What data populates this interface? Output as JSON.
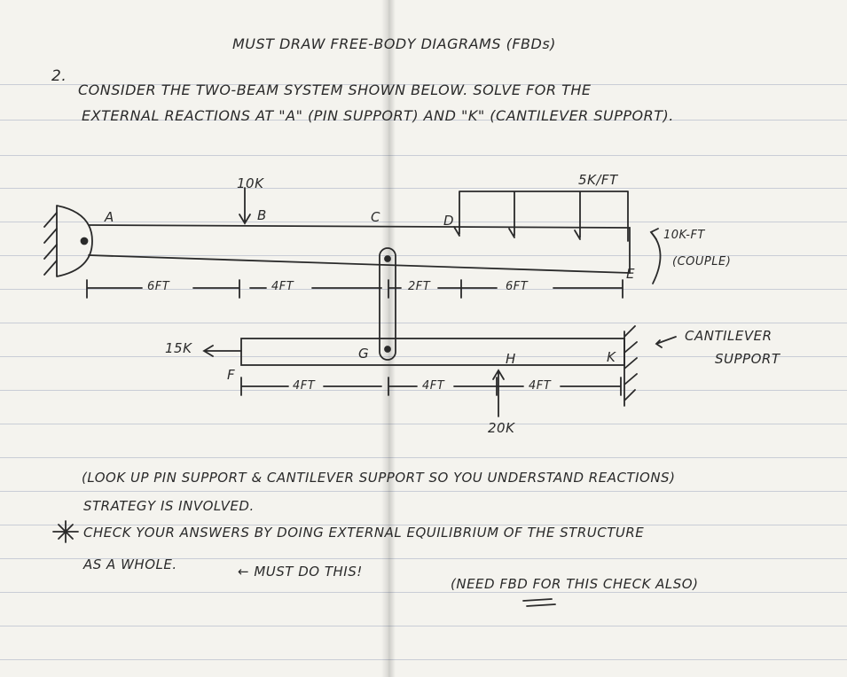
{
  "header": {
    "title": "MUST DRAW FREE-BODY DIAGRAMS (FBDs)"
  },
  "problem": {
    "number": "2.",
    "line1": "CONSIDER THE TWO-BEAM SYSTEM SHOWN BELOW. SOLVE FOR THE",
    "line2": "EXTERNAL REACTIONS AT \"A\" (PIN SUPPORT) AND \"K\" (CANTILEVER SUPPORT)."
  },
  "diagram": {
    "loads": {
      "point_B": "10K",
      "distributed": "5K/FT",
      "couple": "10K-FT",
      "couple_note": "(COUPLE)",
      "point_F": "15K",
      "point_H": "20K"
    },
    "points": {
      "A": "A",
      "B": "B",
      "C": "C",
      "D": "D",
      "E": "E",
      "F": "F",
      "G": "G",
      "H": "H",
      "K": "K"
    },
    "dims_top": [
      "6FT",
      "4FT",
      "2FT",
      "6FT"
    ],
    "dims_bottom": [
      "4FT",
      "4FT",
      "4FT"
    ],
    "support_label_1": "CANTILEVER",
    "support_label_2": "SUPPORT"
  },
  "notes": {
    "line1": "(LOOK UP PIN SUPPORT & CANTILEVER SUPPORT SO YOU UNDERSTAND REACTIONS)",
    "line2": "STRATEGY IS INVOLVED.",
    "line3": "CHECK YOUR ANSWERS BY DOING EXTERNAL EQUILIBRIUM OF THE STRUCTURE",
    "line4_a": "AS A WHOLE.",
    "line4_b": "← MUST DO THIS!",
    "line4_c": "(NEED FBD FOR THIS CHECK ALSO)"
  }
}
